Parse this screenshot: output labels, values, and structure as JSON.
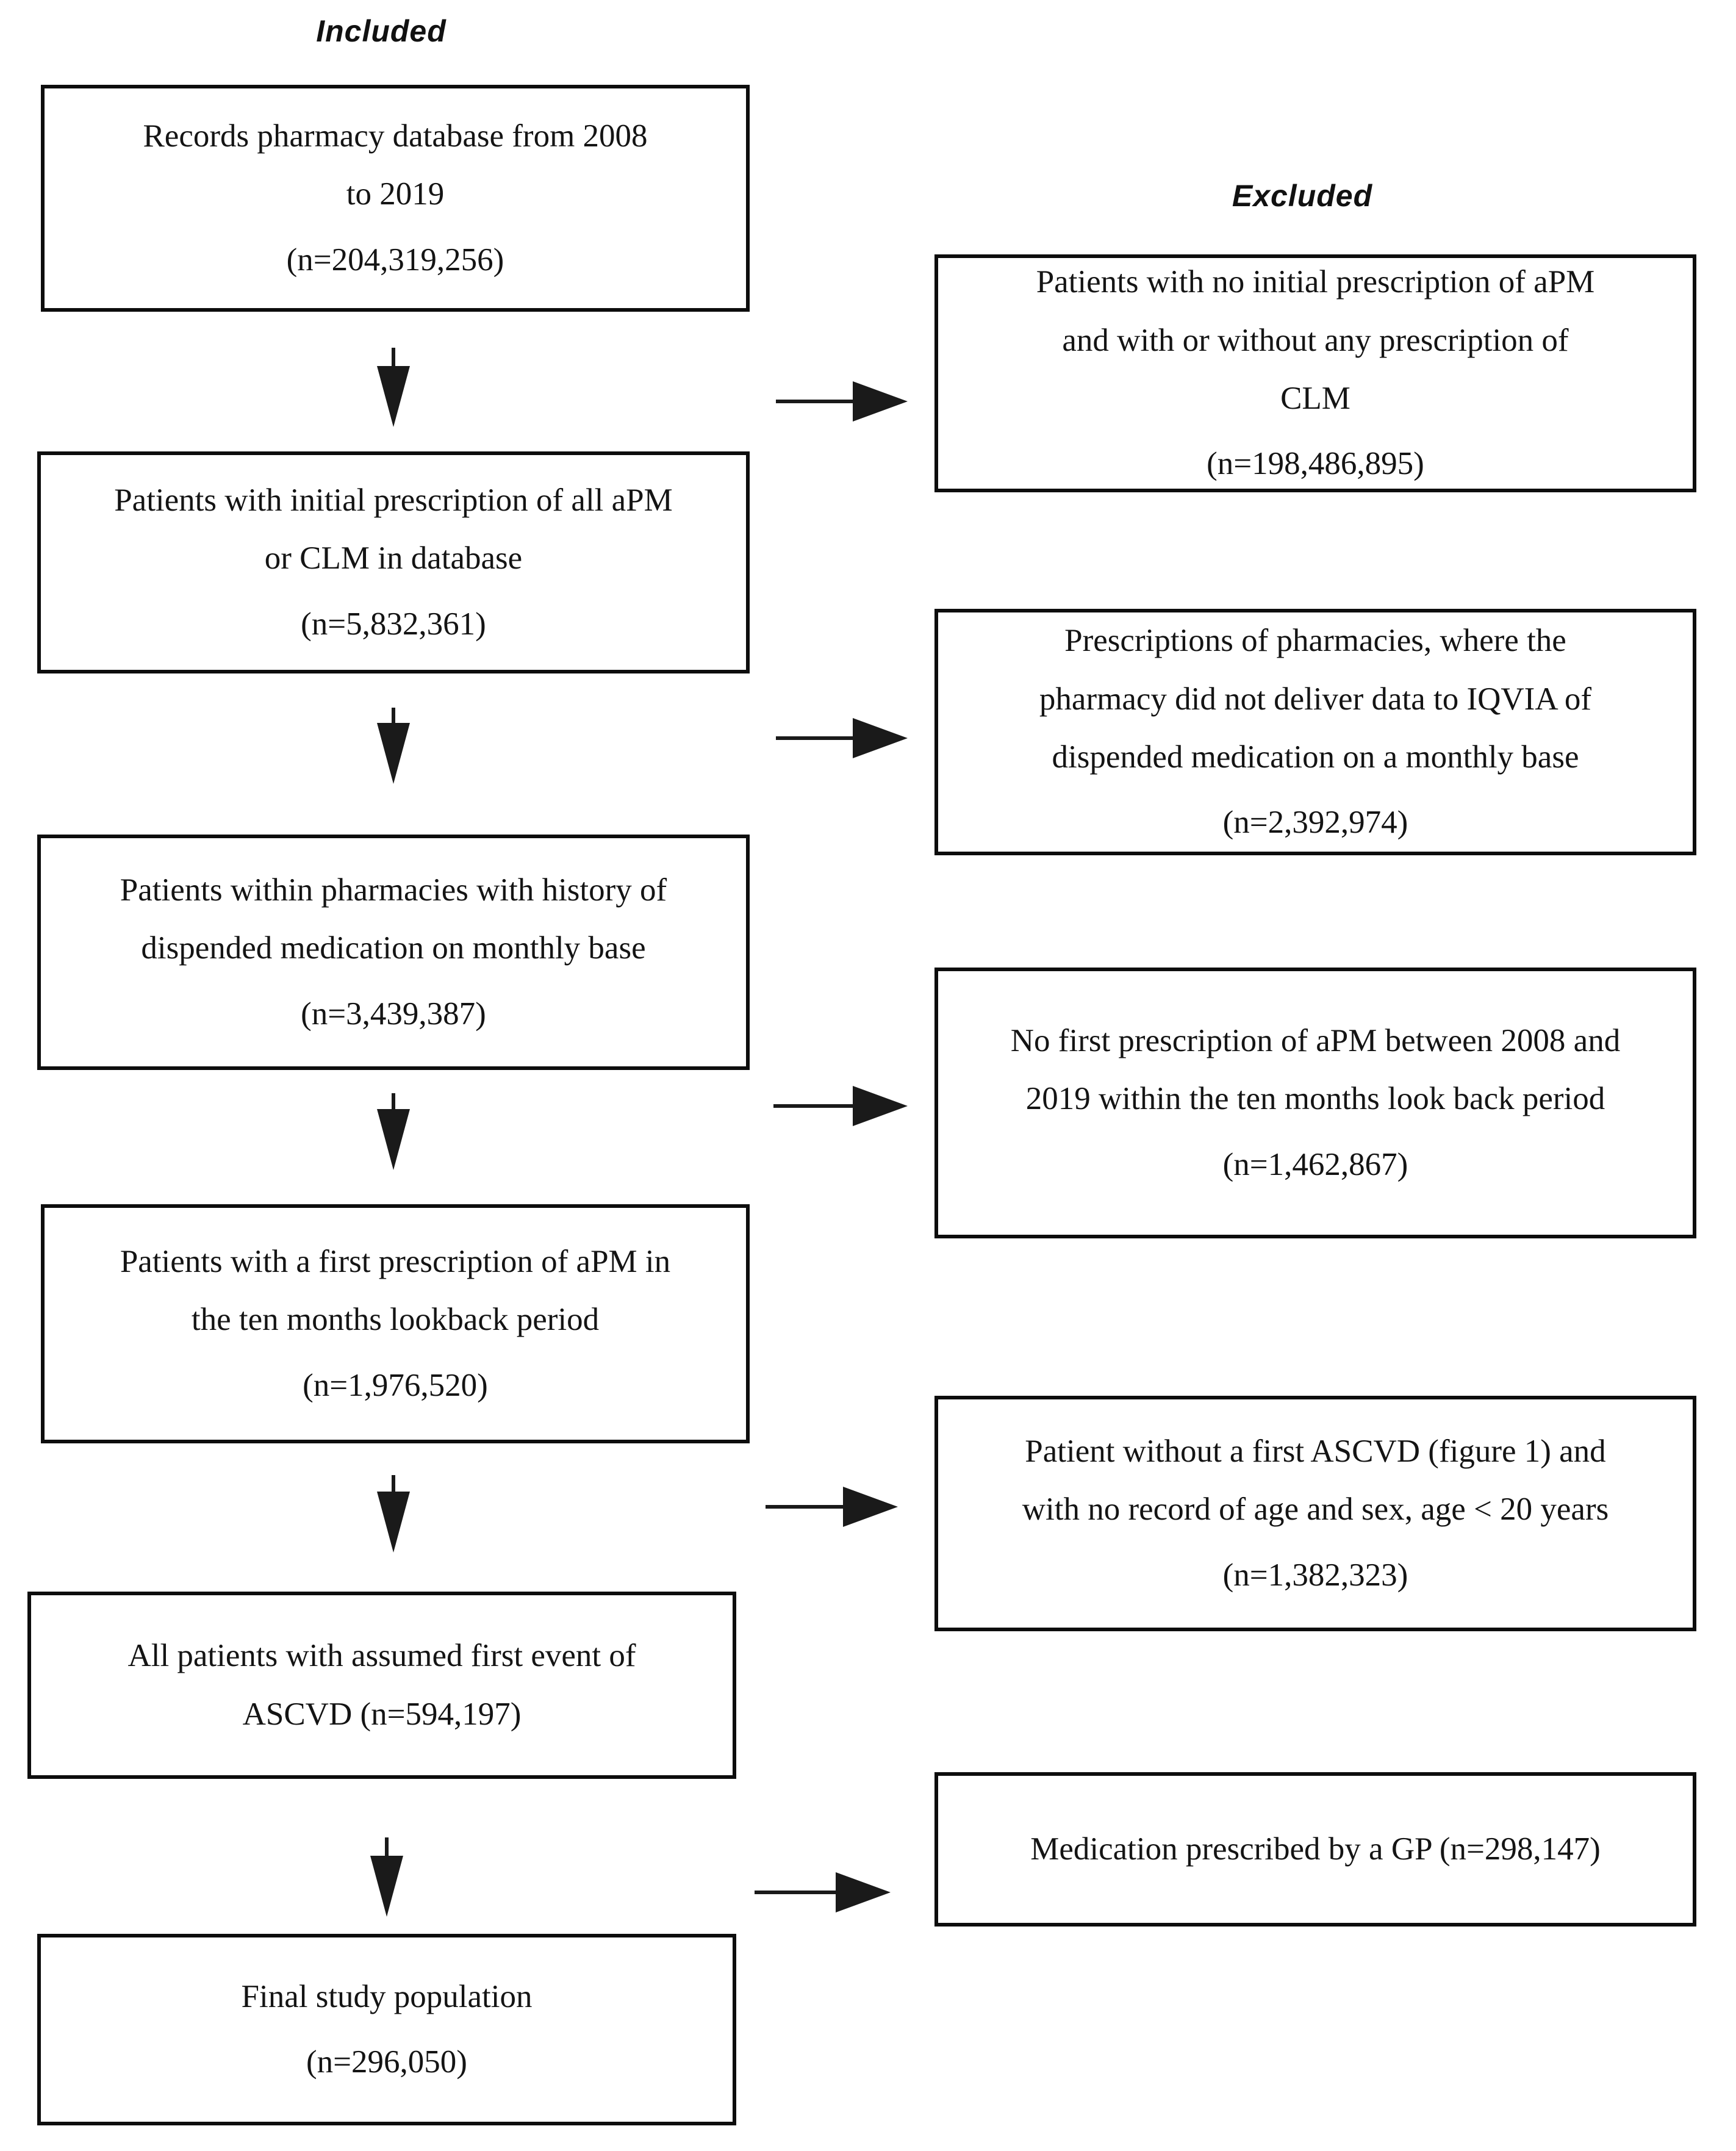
{
  "headers": {
    "included": "Included",
    "excluded": "Excluded"
  },
  "included_boxes": [
    {
      "lines": [
        "Records pharmacy database from 2008",
        "to 2019"
      ],
      "count": "(n=204,319,256)"
    },
    {
      "lines": [
        "Patients with initial prescription of all aPM",
        "or CLM in database"
      ],
      "count": "(n=5,832,361)"
    },
    {
      "lines": [
        "Patients within pharmacies with history of",
        "dispended medication on monthly base"
      ],
      "count": "(n=3,439,387)"
    },
    {
      "lines": [
        "Patients with a first prescription of aPM in",
        "the ten months lookback period"
      ],
      "count": "(n=1,976,520)"
    },
    {
      "lines": [
        "All patients with assumed first event of",
        "ASCVD (n=594,197)"
      ],
      "count": null
    },
    {
      "lines": [
        "Final study population"
      ],
      "count": "(n=296,050)"
    }
  ],
  "excluded_boxes": [
    {
      "lines": [
        "Patients with no initial prescription of aPM",
        "and with or without any prescription of",
        "CLM"
      ],
      "count": "(n=198,486,895)"
    },
    {
      "lines": [
        "Prescriptions of pharmacies, where the",
        "pharmacy did not deliver data to IQVIA of",
        "dispended medication on a monthly base"
      ],
      "count": "(n=2,392,974)"
    },
    {
      "lines": [
        "No first prescription of aPM between 2008 and",
        "2019 within the ten months look back period"
      ],
      "count": "(n=1,462,867)"
    },
    {
      "lines": [
        "Patient without a first ASCVD (figure 1) and",
        "with no record of age and sex, age < 20 years"
      ],
      "count": "(n=1,382,323)"
    },
    {
      "lines": [
        "Medication prescribed by a GP (n=298,147)"
      ],
      "count": null
    }
  ],
  "arrow_color": "#1a1a1a"
}
